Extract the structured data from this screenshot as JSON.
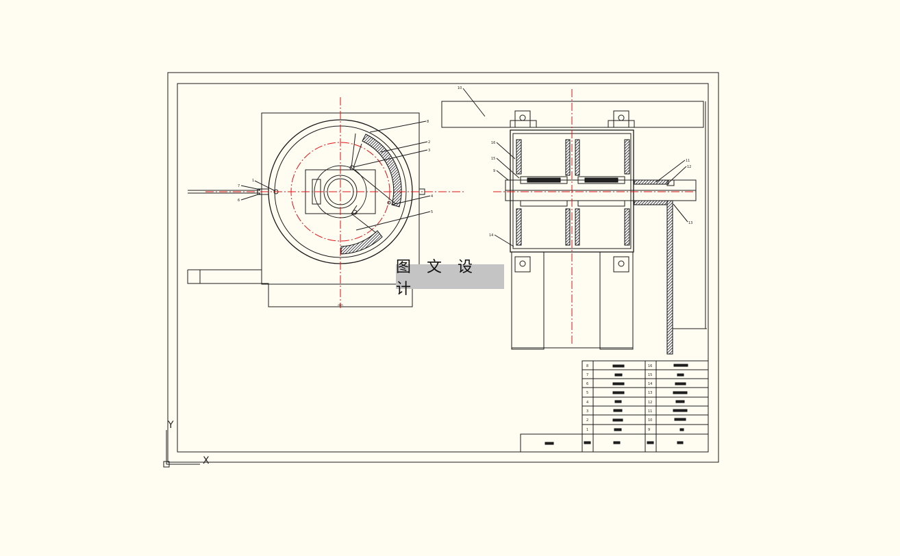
{
  "watermark": {
    "text": "图 文 设 计"
  },
  "axis": {
    "y": "Y",
    "x": "X"
  },
  "part_labels": {
    "p1": "1",
    "p2": "2",
    "p3": "3",
    "p4": "4",
    "p5": "5",
    "p6": "6",
    "p7": "7",
    "p8": "8",
    "p9": "9",
    "p10": "10",
    "p11": "11",
    "p12": "12",
    "p13": "13",
    "p14": "14",
    "p15": "15",
    "p16": "16"
  },
  "bom": {
    "left_numbers": [
      "8",
      "7",
      "6",
      "5",
      "4",
      "3",
      "2",
      "1"
    ],
    "right_numbers": [
      "16",
      "15",
      "14",
      "13",
      "12",
      "11",
      "10",
      "9"
    ]
  }
}
